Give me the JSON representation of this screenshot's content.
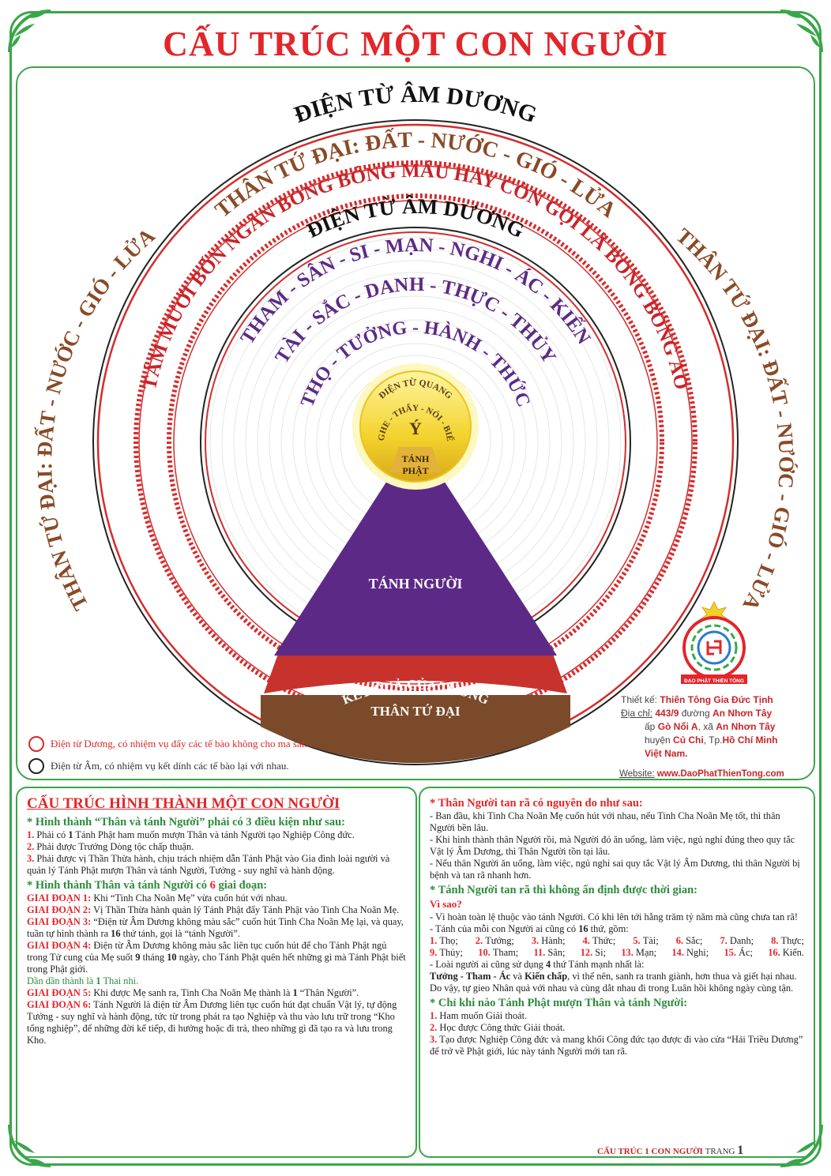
{
  "title": "CẤU TRÚC MỘT CON NGƯỜI",
  "diagram": {
    "ring_outer_text": "ĐIỆN TỪ ÂM DƯƠNG",
    "ring2_top": "THÂN TỨ ĐẠI: ĐẤT - NƯỚC - GIÓ - LỬA",
    "ring2_left": "THÂN TỨ ĐẠI: ĐẤT - NƯỚC - GIÓ - LỬA",
    "ring2_right": "THÂN TỨ ĐẠI: ĐẤT - NƯỚC - GIÓ - LỬA",
    "ring3_text": "TÁM MƯƠI BỐN NGÀN BONG BÓNG MÁU HAY CÒN GỌI LÀ BONG BÓNG ẢO",
    "ring4_text": "ĐIỆN TỪ ÂM DƯƠNG",
    "ring5_text": "THAM - SÂN - SI - MẠN - NGHI - ÁC - KIẾN",
    "ring6_text": "TÀI - SẮC - DANH - THỰC - THỦY",
    "ring7_text": "THỌ - TƯỞNG - HÀNH - THỨC",
    "core_top": "ĐIỆN TỪ QUANG",
    "core_ring": "NGHE - THẤY - NÓI - BIẾT",
    "core_center": "Ý",
    "tanh_phat_1": "TÁNH",
    "tanh_phat_2": "PHẬT",
    "pyramid": "TÁNH NGƯỜI",
    "band1": "KẾT QUẢ CỦA TƯỞNG",
    "band2": "THÂN TỨ ĐẠI",
    "colors": {
      "red": "#e2262a",
      "purple": "#5c2a86",
      "brown": "#7a4a2b",
      "gold": "#f3cf2a",
      "green": "#3aa64a"
    }
  },
  "legend": {
    "red": "Điện từ Dương, có nhiệm vụ đẩy các tế bào không cho ma sát.",
    "black": "Điện từ Âm, có nhiệm vụ kết dính các tế bào lại với nhau."
  },
  "logo_text": "ĐẠO PHẬT THIỀN TÔNG",
  "credit": {
    "design_label": "Thiết kế:",
    "design_name": "Thiên Tông Gia Đức Tịnh",
    "address_label": "Địa chỉ:",
    "address_1a": "443/9",
    "address_1b": " đường ",
    "address_1c": "An Nhơn Tây",
    "address_2a": "ấp ",
    "address_2b": "Gò Nổi A",
    "address_2c": ", xã ",
    "address_2d": "An Nhơn Tây",
    "address_3a": "huyện ",
    "address_3b": "Củ Chi",
    "address_3c": ", Tp.",
    "address_3d": "Hồ Chí Minh",
    "address_4": "Việt Nam.",
    "website_label": "Website:",
    "website": "www.DaoPhatThienTong.com"
  },
  "left": {
    "heading": "CẤU TRÚC HÌNH THÀNH MỘT CON NGƯỜI",
    "sub1": "* Hình thành “Thân và tánh Người” phải có 3 điều kiện như sau:",
    "c1n": "1.",
    "c1a": " Phải có ",
    "c1b": "1",
    "c1c": " Tánh Phật ham muốn mượn Thân và tánh Người tạo Nghiệp Công đức.",
    "c2n": "2.",
    "c2": " Phải được Trưởng Dòng tộc chấp thuận.",
    "c3n": "3.",
    "c3": " Phải được vị Thần Thừa hành, chịu trách nhiệm dẫn Tánh Phật vào Gia đình loài người và quản lý Tánh Phật mượn Thân và tánh Người, Tưởng - suy nghĩ và hành động.",
    "sub2a": "* Hình thành Thân và tánh Người có ",
    "sub2b": "6",
    "sub2c": " giai đoạn:",
    "g1l": "GIAI ĐOẠN 1:",
    "g1": " Khi “Tinh Cha Noãn Mẹ” vừa cuốn hút với nhau.",
    "g2l": "GIAI ĐOẠN 2:",
    "g2": " Vị Thần Thừa hành quản lý Tánh Phật đẩy Tánh Phật vào Tinh Cha Noãn Mẹ.",
    "g3l": "GIAI ĐOẠN 3:",
    "g3a": " “Điện từ Âm Dương không màu sắc” cuốn hút Tinh Cha Noãn Mẹ lại, và quay, tuần tự hình thành ra ",
    "g3b": "16",
    "g3c": " thứ tánh, gọi là “tánh Người”.",
    "g4l": "GIAI ĐOẠN 4:",
    "g4a": " Điện từ Âm Dương không màu sắc liên tục cuốn hút để cho Tánh Phật ngủ trong Tử cung của Mẹ suốt ",
    "g4b": "9",
    "g4c": " tháng ",
    "g4d": "10",
    "g4e": " ngày, cho Tánh Phật quên hết những gì mà Tánh Phật biết trong Phật giới.",
    "thai_a": "Dần dần thành là ",
    "thai_b": "1",
    "thai_c": " Thai nhi.",
    "g5l": "GIAI ĐOẠN 5:",
    "g5a": " Khi được Mẹ sanh ra, Tinh Cha Noãn Mẹ thành là ",
    "g5b": "1",
    "g5c": " “Thân Người”.",
    "g6l": "GIAI ĐOẠN 6:",
    "g6": " Tánh Người là điện từ Âm Dương liên tục cuốn hút đạt chuẩn Vật lý, tự động Tưởng - suy nghĩ và hành động, tức từ trong phát ra tạo Nghiệp và thu vào lưu trữ trong “Kho tổng nghiệp”, để những đời kế tiếp, đi hưởng hoặc đi trả, theo những gì đã tạo ra và lưu trong Kho."
  },
  "right": {
    "sub1": "* Thân Người tan rã có nguyên do như sau:",
    "r1": "- Ban đầu, khi Tinh Cha Noãn Mẹ cuốn hút với nhau, nếu Tinh Cha Noãn Mẹ tốt, thì thân Người bền lâu.",
    "r2": "- Khi hình thành thân Người rồi, mà Người đó ăn uống, làm việc, ngủ nghỉ đúng theo quy tắc Vật lý Âm Dương, thì Thân Người tồn tại lâu.",
    "r3": "- Nếu thân Người ăn uống, làm việc, ngủ nghỉ sai quy tắc Vật lý Âm Dương, thì thân Người bị bệnh và tan rã nhanh hơn.",
    "sub2": "* Tánh Người tan rã thì không ấn định được thời gian:",
    "sub2b": "Vì sao?",
    "r4": "- Vì hoàn toàn lệ thuộc vào tánh Người. Có khi lên tới hằng trăm tỷ năm mà cũng chưa tan rã!",
    "r5a": "- Tánh của mỗi con Người ai cũng có ",
    "r5b": "16",
    "r5c": " thứ, gồm:",
    "t1": [
      [
        "1.",
        "Thọ;"
      ],
      [
        "2.",
        "Tưởng;"
      ],
      [
        "3.",
        "Hành;"
      ],
      [
        "4.",
        "Thức;"
      ],
      [
        "5.",
        "Tài;"
      ],
      [
        "6.",
        "Sắc;"
      ],
      [
        "7.",
        "Danh;"
      ],
      [
        "8.",
        "Thực;"
      ]
    ],
    "t2": [
      [
        "9.",
        "Thủy;"
      ],
      [
        "10.",
        "Tham;"
      ],
      [
        "11.",
        "Sân;"
      ],
      [
        "12.",
        "Si;"
      ],
      [
        "13.",
        "Mạn;"
      ],
      [
        "14.",
        "Nghi;"
      ],
      [
        "15.",
        "Ác;"
      ],
      [
        "16.",
        "Kiến."
      ]
    ],
    "r6a": "- Loài người ai cũng sử dụng ",
    "r6b": "4",
    "r6c": " thứ Tánh mạnh nhất là:",
    "r7a": "Tưởng - Tham - Ác",
    "r7b": " và ",
    "r7c": "Kiến chấp",
    "r7d": ", vì thế nên, sanh ra tranh giành, hơn thua và giết hại nhau. Do vậy, tự gieo Nhân quả với nhau và cùng dắt nhau đi trong Luân hồi không ngày cùng tận.",
    "sub3": "* Chỉ khi nào Tánh Phật mượn Thân và tánh Người:",
    "k1n": "1.",
    "k1": " Ham muốn Giải thoát.",
    "k2n": "2.",
    "k2": " Học được Công thức Giải thoát.",
    "k3n": "3.",
    "k3": " Tạo được Nghiệp Công đức và mang khối Công đức tạo được đi vào cửa “Hải Triều Dương” để trở về Phật giới, lúc này tánh Người mới tan rã."
  },
  "footer": {
    "label": "CẤU TRÚC 1 CON NGƯỜI",
    "page_label": "TRANG",
    "page": "1"
  }
}
